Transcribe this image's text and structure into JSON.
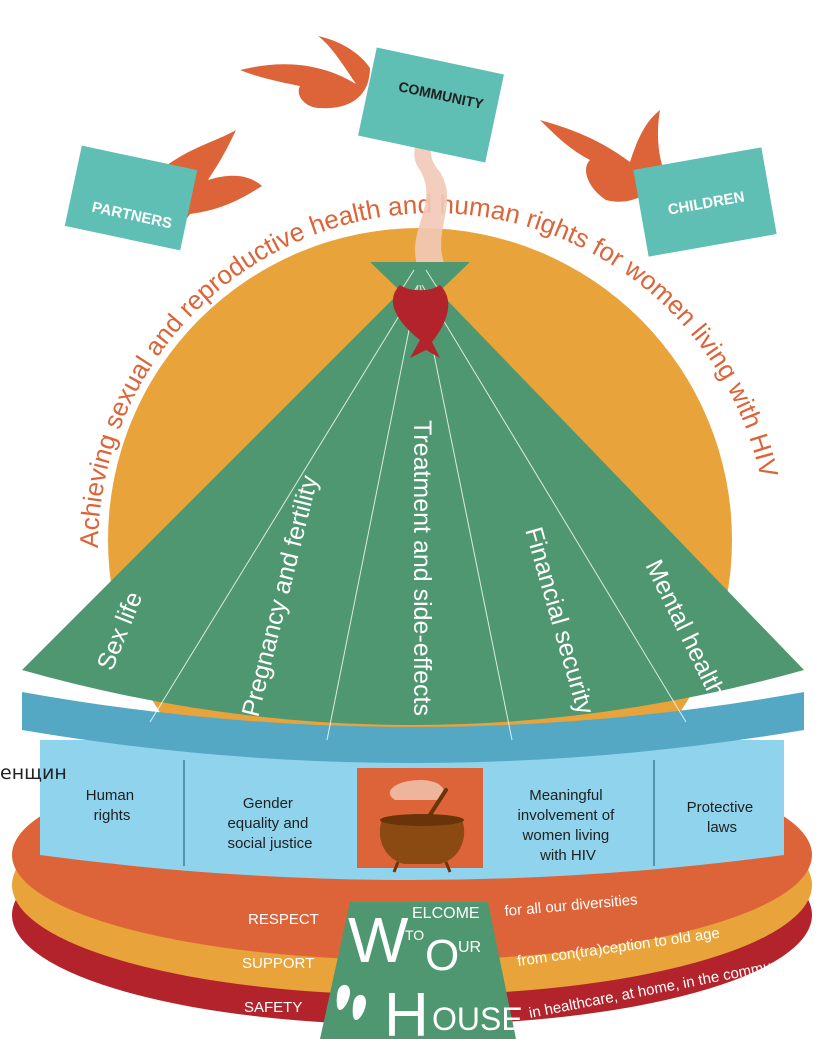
{
  "title_arc": "Achieving sexual and reproductive health and human rights for women living with HIV",
  "cards": {
    "partners": "PARTNERS",
    "community": "COMMUNITY",
    "children": "CHILDREN"
  },
  "roof_segments": [
    "Sex life",
    "Pregnancy and fertility",
    "Treatment and side-effects",
    "Financial security",
    "Mental health"
  ],
  "pillars": {
    "human_rights": [
      "Human",
      "rights"
    ],
    "gender": [
      "Gender",
      "equality and",
      "social justice"
    ],
    "involvement": [
      "Meaningful",
      "involvement of",
      "women living",
      "with HIV"
    ],
    "laws": [
      "Protective",
      "laws"
    ]
  },
  "bands": {
    "respect": "RESPECT",
    "respect_desc": "for all our diversities",
    "support": "SUPPORT",
    "support_desc": "from con(tra)ception to old age",
    "safety": "SAFETY",
    "safety_desc": "in healthcare, at home, in the community"
  },
  "door": {
    "w": "W",
    "elcome": "ELCOME",
    "to": "TO",
    "o": "O",
    "ur": "UR",
    "h": "H",
    "ouse": "OUSE"
  },
  "stray_text": "енщин",
  "colors": {
    "sun": "#E8A33A",
    "roof": "#4E9770",
    "walls": "#8FD3EC",
    "teal": "#5FBFB5",
    "orange": "#DD6438",
    "red": "#B3232B"
  }
}
